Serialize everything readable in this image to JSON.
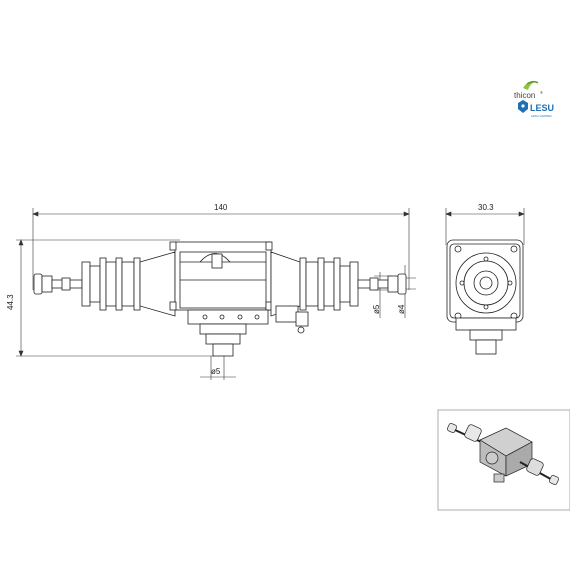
{
  "brand": {
    "thicon_text": "thicon",
    "thicon_sup": "®",
    "lesu_text": "LESU",
    "lesu_tagline": "LESU LIMITED",
    "colors": {
      "thicon_green": "#8cc63f",
      "lesu_blue": "#1f6fb5"
    }
  },
  "dimensions": {
    "total_width": "140",
    "height": "44.3",
    "side_width": "30.3",
    "shaft_small": "ø5",
    "shaft_side_a": "ø5",
    "shaft_side_b": "ø4"
  }
}
